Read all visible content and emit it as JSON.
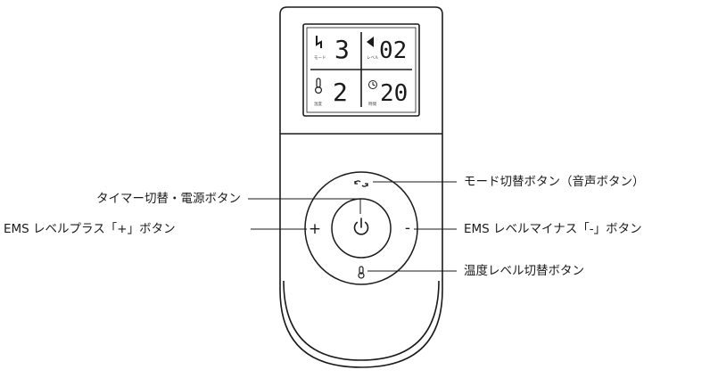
{
  "display": {
    "mode": {
      "value": "3",
      "caption": "モード"
    },
    "level": {
      "value": "02",
      "caption": "レベル"
    },
    "temp": {
      "value": "2",
      "caption": "温度"
    },
    "time": {
      "value": "20",
      "caption": "時間"
    }
  },
  "buttons": {
    "plus_glyph": "+",
    "minus_glyph": "-"
  },
  "callouts": {
    "timer_power": "タイマー切替・電源ボタン",
    "ems_plus": "EMS レベルプラス「+」ボタン",
    "mode_sound": "モード切替ボタン（音声ボタン）",
    "ems_minus": "EMS レベルマイナス「-」ボタン",
    "temp_level": "温度レベル切替ボタン"
  },
  "icons": {
    "mode": "lightning-icon",
    "level": "level-wedge-icon",
    "temp": "thermometer-icon",
    "time": "clock-icon",
    "power": "power-icon",
    "mode_button": "cycle-arrows-icon",
    "temp_button": "thermometer-icon"
  }
}
